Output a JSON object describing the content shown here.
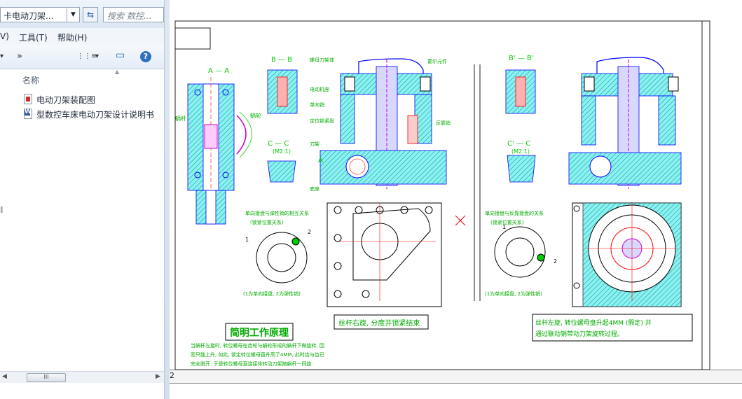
{
  "explorer": {
    "address": "卡电动刀架...",
    "search_placeholder": "搜索 数控...",
    "menu": {
      "view": "V)",
      "tools": "工具(T)",
      "help": "帮助(H)"
    },
    "toolbar": {
      "more": "»",
      "views": "⋮⋮≡",
      "drop": "▾",
      "pane": "▭",
      "help": "?"
    },
    "column_name": "名称",
    "sort_arrow": "▲",
    "files": [
      {
        "name": "电动刀架装配图",
        "type": "pdf"
      },
      {
        "name": "型数控车床电动刀架设计说明书",
        "type": "doc"
      }
    ],
    "scroll_thumb": "III"
  },
  "viewer": {
    "page_indicator": "2",
    "drawing": {
      "section_AA": "A — A",
      "section_BB": "B — B",
      "section_CC": "C — C",
      "scale": "(M2:1)",
      "section_BB2": "B' — B'",
      "section_CC2": "C' — C",
      "scale2": "(M2:1)",
      "letter_A": "A",
      "label_left_1": "蜗杆",
      "label_left_2": "蜗轮",
      "labels_mid": [
        "螺母刀架体",
        "电动机座",
        "单向销",
        "定位锁紧盘",
        "刀架",
        "底座"
      ],
      "labels_right": [
        "霍尔元件",
        "反靠销"
      ],
      "detail_title_1": "单向接盘与弹性销的相互关系",
      "detail_sub_1": "(锁紧位置关系)",
      "detail_caption_1": "(1为单向接盘, 2为弹性销)",
      "detail_title_2": "单向接盘与反靠接盘的关系",
      "detail_sub_2": "(锁紧位置关系)",
      "detail_caption_2": "(1为单向接盘, 2为弹性销)",
      "num_1": "1",
      "num_2": "2",
      "principle_title": "简明工作原理",
      "principle_text_1": "当蜗杆左旋时, 转位螺母在齿轮与蜗轮形成的蜗杆下做旋转, 因",
      "principle_text_2": "而只能上升, 如此, 锁定转位螺母直升高了4MM, 此时齿与齿已",
      "principle_text_3": "完全脱开, 于是转位螺母直连接体转动刀架随蜗杆一同旋",
      "box_mid": "丝杆右旋, 分度并锁紧结束",
      "box_right_1": "丝杆左旋, 转位螺母盘升起4MM (假定) 并",
      "box_right_2": "通过联动销带动刀架旋转过程。"
    }
  },
  "colors": {
    "cyan": "#00d8d8",
    "hatch": "#00b0b0",
    "green": "#00cc00",
    "red": "#ff0000",
    "magenta": "#cc00cc",
    "blue": "#0000ff",
    "accent": "#2f6fc2"
  }
}
